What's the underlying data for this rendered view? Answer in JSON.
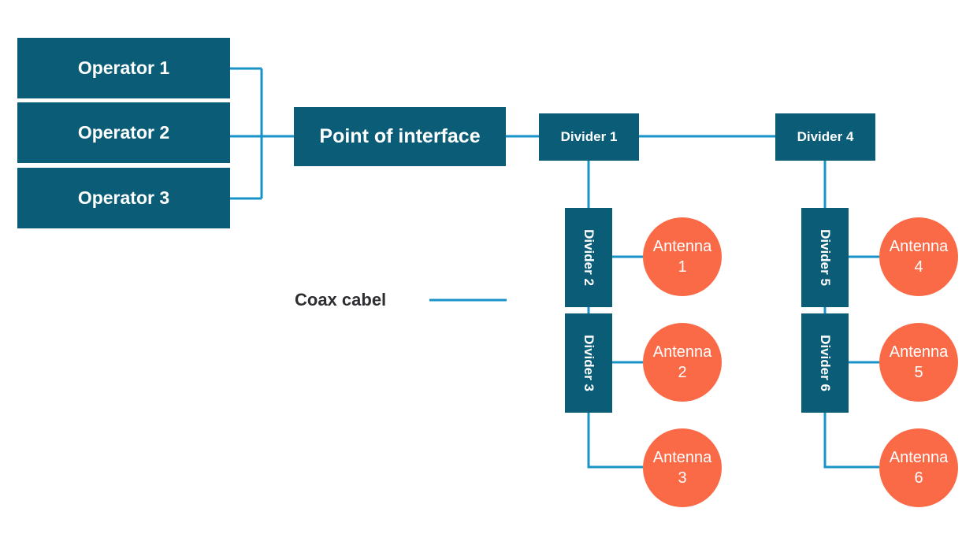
{
  "colors": {
    "node_teal": "#0B5D77",
    "antenna_orange": "#FB6A47",
    "wire_cyan": "#1793C8",
    "label_dark": "#2D2D32",
    "node_text": "#FFFFFF",
    "background": "#FFFFFF"
  },
  "operators": [
    {
      "label": "Operator 1"
    },
    {
      "label": "Operator 2"
    },
    {
      "label": "Operator 3"
    }
  ],
  "poi": {
    "label": "Point of interface"
  },
  "dividers": {
    "top": [
      {
        "label": "Divider 1"
      },
      {
        "label": "Divider 4"
      }
    ],
    "vertical": [
      {
        "label": "Divider 2"
      },
      {
        "label": "Divider 3"
      },
      {
        "label": "Divider 5"
      },
      {
        "label": "Divider 6"
      }
    ]
  },
  "antennas": [
    {
      "word": "Antenna",
      "number": "1"
    },
    {
      "word": "Antenna",
      "number": "2"
    },
    {
      "word": "Antenna",
      "number": "3"
    },
    {
      "word": "Antenna",
      "number": "4"
    },
    {
      "word": "Antenna",
      "number": "5"
    },
    {
      "word": "Antenna",
      "number": "6"
    }
  ],
  "legend": {
    "label": "Coax cabel"
  }
}
